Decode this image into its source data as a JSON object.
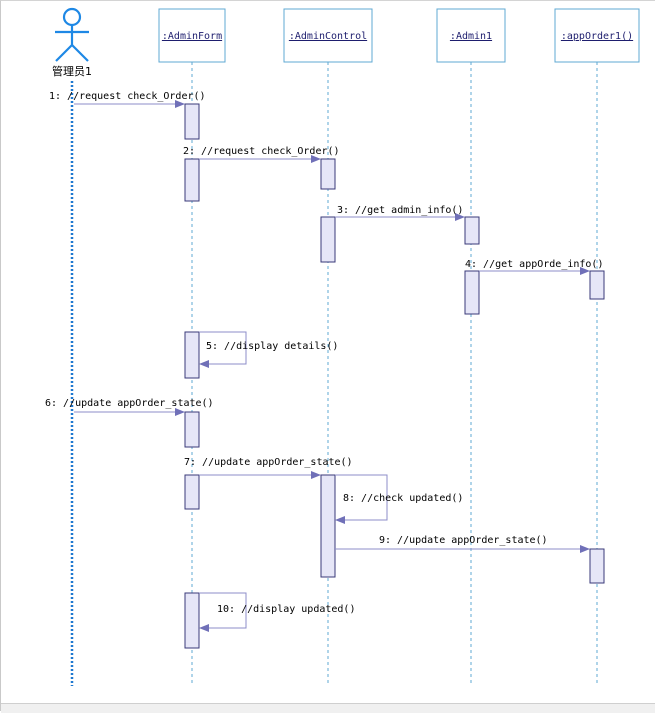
{
  "colors": {
    "lifeline_box_border": "#5fa8d3",
    "lifeline_box_fill": "#ffffff",
    "lifeline_dash": "#5fa8d3",
    "activation_fill": "#e6e6f7",
    "activation_border": "#3a3a78",
    "message_line": "#8c8cc8",
    "arrowhead": "#7070b8",
    "actor": "#1e88e5",
    "actor_lifeline": "#1e78d0"
  },
  "actor": {
    "label": "管理员1",
    "icon": "stick-figure-actor-icon"
  },
  "lifelines": [
    {
      "id": "adminform",
      "label": ":AdminForm"
    },
    {
      "id": "admincontrol",
      "label": ":AdminControl"
    },
    {
      "id": "admin1",
      "label": ":Admin1"
    },
    {
      "id": "apporder1",
      "label": ":appOrder1()"
    }
  ],
  "messages": [
    {
      "label": "1: //request check_Order()"
    },
    {
      "label": "2: //request check_Order()"
    },
    {
      "label": "3: //get admin_info()"
    },
    {
      "label": "4: //get appOrde_info()"
    },
    {
      "label": "5: //display details()"
    },
    {
      "label": "6: //update appOrder_state()"
    },
    {
      "label": "7: //update appOrder_state()"
    },
    {
      "label": "8: //check updated()"
    },
    {
      "label": "9: //update appOrder_state()"
    },
    {
      "label": "10: //display updated()"
    }
  ]
}
